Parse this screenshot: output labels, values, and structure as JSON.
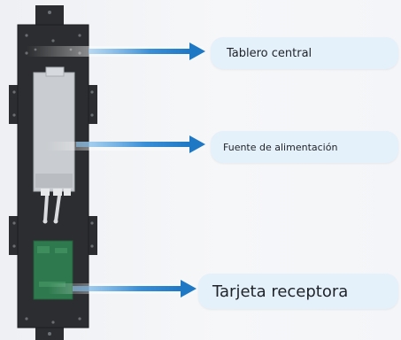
{
  "callouts": {
    "central_board": "Tablero central",
    "power_supply": "Fuente de alimentación",
    "receiver_card": "Tarjeta receptora"
  },
  "colors": {
    "panel": "#2b2d30",
    "power_supply": "#c9ccd0",
    "receiver_card": "#2e7a4e",
    "arrow": "#2f86cf",
    "callout_bg": "#e4f0fa"
  }
}
